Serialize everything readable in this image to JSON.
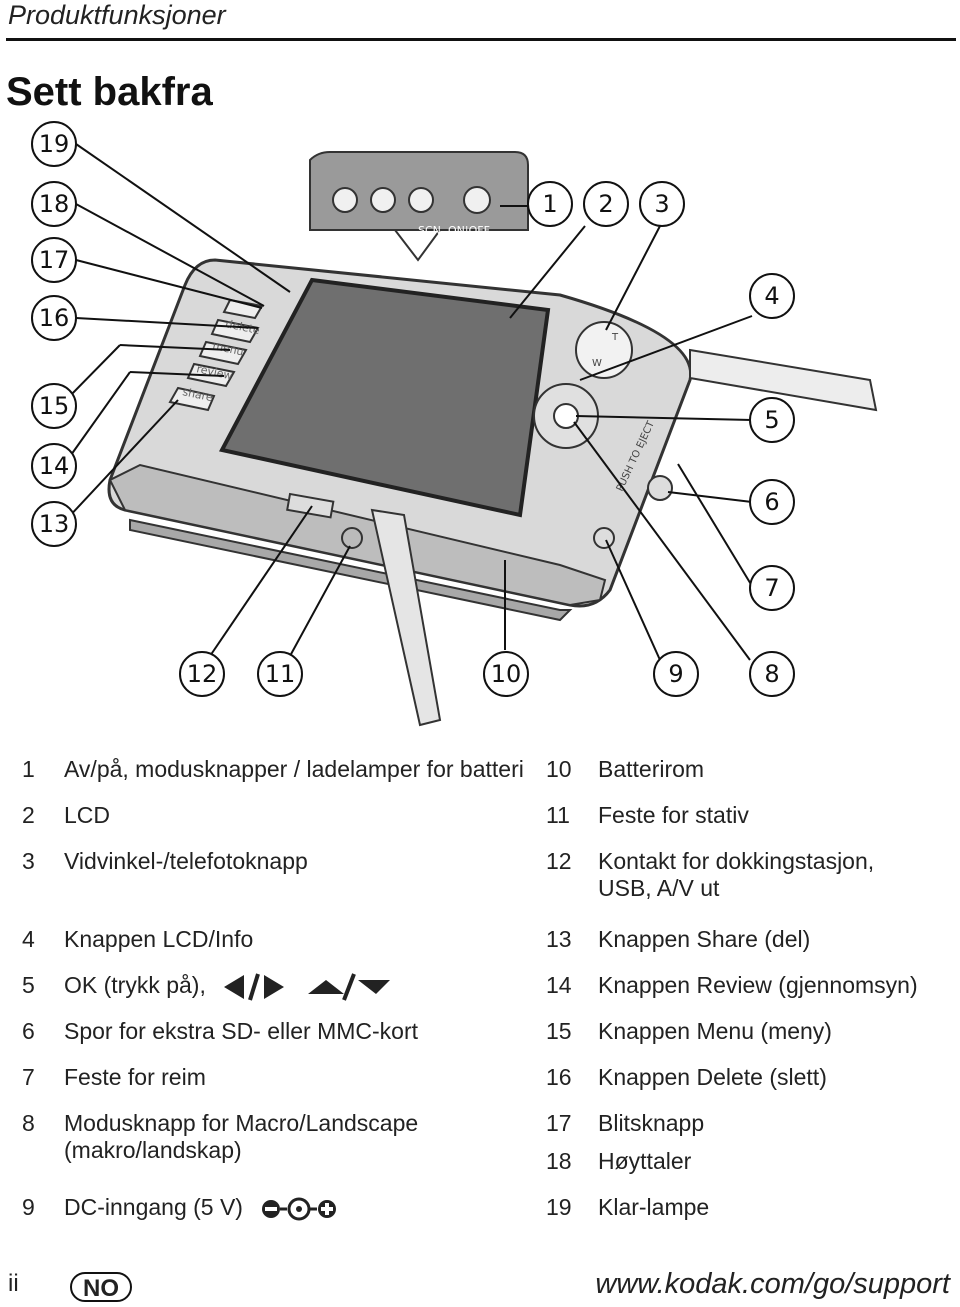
{
  "header": {
    "section": "Produktfunksjoner"
  },
  "title": "Sett bakfra",
  "callouts": [
    "1",
    "2",
    "3",
    "4",
    "5",
    "6",
    "7",
    "8",
    "9",
    "10",
    "11",
    "12",
    "13",
    "14",
    "15",
    "16",
    "17",
    "18",
    "19"
  ],
  "camera_labels": {
    "mode_scn": "SCN",
    "mode_on_off": "ON|OFF",
    "btn_delete": "delete",
    "btn_menu": "menu",
    "btn_review": "review",
    "btn_share": "share",
    "slot_label": "PUSH TO EJECT",
    "zoom_t": "T",
    "zoom_w": "W"
  },
  "legend_left": [
    {
      "num": "1",
      "label": "Av/på, modusknapper / ladelamper for batteri"
    },
    {
      "num": "2",
      "label": "LCD"
    },
    {
      "num": "3",
      "label": "Vidvinkel-/telefotoknapp"
    },
    {
      "num": "4",
      "label": "Knappen LCD/Info"
    },
    {
      "num": "5",
      "label": "OK (trykk på),"
    },
    {
      "num": "6",
      "label": "Spor for ekstra SD- eller MMC-kort"
    },
    {
      "num": "7",
      "label": "Feste for reim"
    },
    {
      "num": "8",
      "label": "Modusknapp for Macro/Landscape",
      "label2": "(makro/landskap)"
    },
    {
      "num": "9",
      "label": "DC-inngang (5 V)"
    }
  ],
  "legend_right": [
    {
      "num": "10",
      "label": "Batterirom"
    },
    {
      "num": "11",
      "label": "Feste for stativ"
    },
    {
      "num": "12",
      "label": "Kontakt for dokkingstasjon,",
      "label2": "USB, A/V ut"
    },
    {
      "num": "13",
      "label": "Knappen Share (del)"
    },
    {
      "num": "14",
      "label": "Knappen Review (gjennomsyn)"
    },
    {
      "num": "15",
      "label": "Knappen Menu (meny)"
    },
    {
      "num": "16",
      "label": "Knappen Delete (slett)"
    },
    {
      "num": "17",
      "label": "Blitsknapp"
    },
    {
      "num": "18",
      "label": "Høyttaler"
    },
    {
      "num": "19",
      "label": "Klar-lampe"
    }
  ],
  "footer": {
    "page": "ii",
    "lang": "NO",
    "url": "www.kodak.com/go/support"
  }
}
